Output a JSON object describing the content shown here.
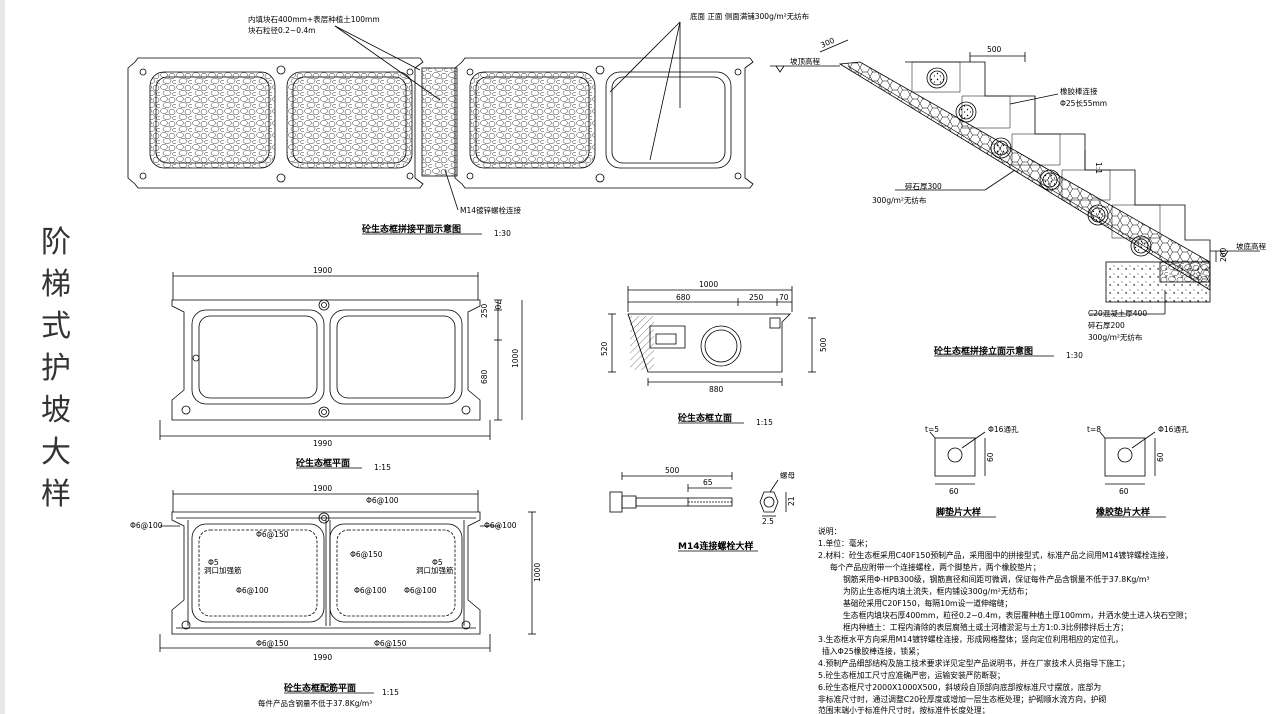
{
  "page_title_chars": [
    "阶",
    "梯",
    "式",
    "护",
    "坡",
    "大",
    "样"
  ],
  "top_plan": {
    "title": "砼生态框拼接平面示意图",
    "scale": "1:30",
    "note_fill_1": "内填块石400mm+表层种植土100mm",
    "note_fill_2": "块石粒径0.2~0.4m",
    "note_fabric": "底面  正面  侧面满铺300g/m²无纺布",
    "note_bolt": "M14镀锌螺栓连接"
  },
  "elevation_slope": {
    "title": "砼生态框拼接立面示意图",
    "scale": "1:30",
    "dim_300": "300",
    "dim_500": "500",
    "top_label": "坡顶高程",
    "bottom_label": "坡底高程",
    "rubber_pin": "橡胶棒连接",
    "rubber_pin_size": "Φ25长55mm",
    "ratio": "1:1",
    "gravel": "碎石厚300",
    "fabric": "300g/m²无纺布",
    "dim_200": "200",
    "base_c20": "C20混凝土厚400",
    "base_gravel": "碎石厚200",
    "base_fabric": "300g/m²无纺布"
  },
  "frame_plan": {
    "title": "砼生态框平面",
    "scale": "1:15",
    "dim_top": "1900",
    "dim_bottom": "1990",
    "dim_70": "70",
    "dim_250": "250",
    "dim_680": "680",
    "dim_1000": "1000"
  },
  "frame_elev": {
    "title": "砼生态框立面",
    "scale": "1:15",
    "dim_1000": "1000",
    "dim_680": "680",
    "dim_250": "250",
    "dim_70": "70",
    "dim_520": "520",
    "dim_500": "500",
    "dim_880": "880"
  },
  "rebar_plan": {
    "title": "砼生态框配筋平面",
    "scale": "1:15",
    "note": "每件产品含钢量不低于37.8Kg/m³",
    "dim_top": "1900",
    "dim_bottom": "1990",
    "dim_1000": "1000",
    "bar_100": "Φ6@100",
    "bar_150": "Φ6@150",
    "bar_5": "Φ5",
    "hole_rebar": "洞口加强筋"
  },
  "bolt_detail": {
    "title": "M14连接螺栓大样",
    "dim_500": "500",
    "dim_65": "65",
    "nut": "螺母",
    "dim_21": "21",
    "dim_25": "2.5"
  },
  "pads": {
    "foot_title": "脚垫片大样",
    "rubber_title": "橡胶垫片大样",
    "foot_t": "t=5",
    "rubber_t": "t=8",
    "hole": "Φ16通孔",
    "dim_60": "60"
  },
  "notes": [
    "说明：",
    "1.单位：毫米；",
    "2.材料：砼生态框采用C40F150预制产品，采用图中的拼接型式，标准产品之间用M14镀锌螺栓连接，",
    "每个产品应附带一个连接螺栓，两个脚垫片，两个橡胶垫片；",
    "钢筋采用Φ-HPB300级，钢筋直径和间距可微调，保证每件产品含钢量不低于37.8Kg/m³",
    "为防止生态框内填土流失，框内铺设300g/m²无纺布；",
    "基础砼采用C20F150，每隔10m设一道伸缩缝；",
    "生态框内填块石厚400mm，粒径0.2~0.4m，表层覆种植土厚100mm，并洒水使土进入块石空隙；",
    "框内种植土：工程内清除的表层腐殖土或土河槽淤泥与土方1:0.3比例掺拌后土方；",
    "3.生态框水平方向采用M14镀锌螺栓连接，形成网格整体；竖向定位利用相应的定位孔，",
    "插入Φ25橡胶棒连接，锁紧；",
    "4.预制产品细部结构及施工技术要求详见定型产品说明书，并在厂家技术人员指导下施工；",
    "5.砼生态框加工尺寸应准确严密，运输安装严防断裂；",
    "6.砼生态框尺寸2000X1000X500，斜坡段自顶部向底部按标准尺寸摆放，底部为",
    "非标准尺寸时，通过调整C20砼厚度或增加一层生态框处理；护砌顺水流方向，护砌",
    "范围末端小于标准件尺寸时，按标准件长度处理；"
  ]
}
